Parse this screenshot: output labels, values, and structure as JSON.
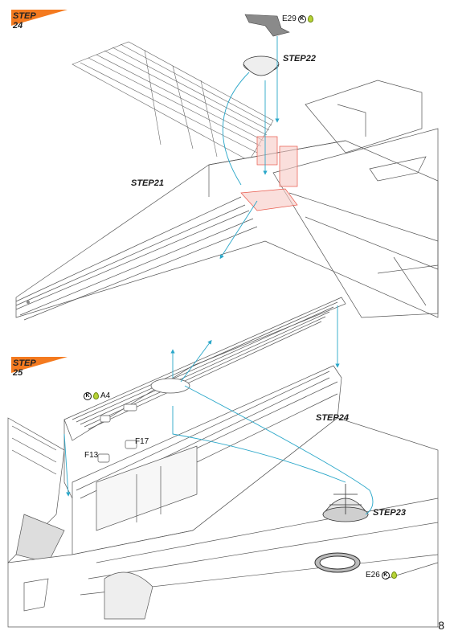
{
  "steps": {
    "step24_tag": "STEP 24",
    "step25_tag": "STEP 25",
    "top_labels": {
      "step21": "STEP21",
      "step22": "STEP22"
    },
    "bottom_labels": {
      "step24": "STEP24",
      "step23": "STEP23"
    }
  },
  "parts": {
    "e29": "E29",
    "a4": "A4",
    "f17": "F17",
    "f13": "F13",
    "e26": "E26"
  },
  "mark_letter": "K",
  "page_number": "8",
  "colors": {
    "tag_orange": "#f47a1f",
    "arrow_blue": "#2aa7c9",
    "highlight_red": "#e8584a",
    "glue_green": "#b7d336"
  }
}
